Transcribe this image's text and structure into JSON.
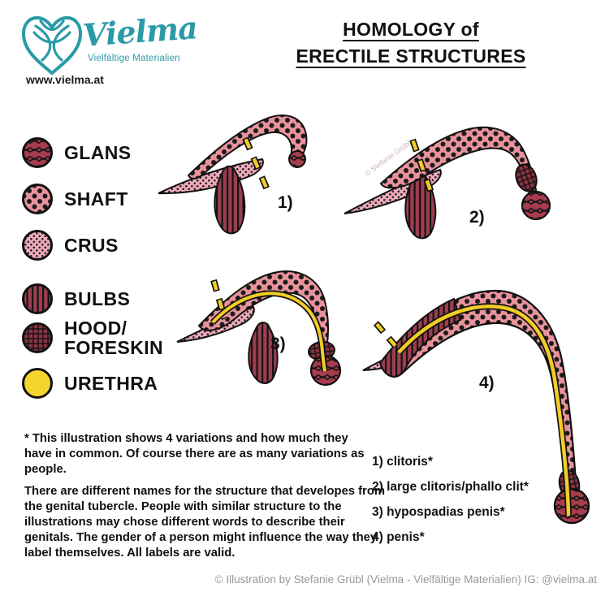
{
  "brand": {
    "name": "Vielma",
    "tagline": "Vielfältige Materialien",
    "url": "www.vielma.at"
  },
  "title": {
    "line1": "HOMOLOGY of",
    "line2": "ERECTILE STRUCTURES"
  },
  "legend": {
    "items": [
      {
        "label": "GLANS",
        "swatch": "glans-pattern"
      },
      {
        "label": "SHAFT",
        "swatch": "shaft-pattern"
      },
      {
        "label": "CRUS",
        "swatch": "crus-pattern"
      },
      {
        "label": "BULBS",
        "swatch": "bulbs-pattern"
      },
      {
        "label": "HOOD/\nFORESKIN",
        "swatch": "hood-pattern"
      },
      {
        "label": "URETHRA",
        "swatch": "urethra-solid"
      }
    ]
  },
  "figures": [
    {
      "number": "1)",
      "caption": "clitoris*"
    },
    {
      "number": "2)",
      "caption": "large clitoris/phallo clit*"
    },
    {
      "number": "3)",
      "caption": "hypospadias penis*"
    },
    {
      "number": "4)",
      "caption": "penis*"
    }
  ],
  "labels_list": [
    "1) clitoris*",
    "2) large clitoris/phallo clit*",
    "3) hypospadias penis*",
    "4) penis*"
  ],
  "notes": {
    "para1": "* This illustration shows 4 variations and how much they have in common. Of course there are as many variations as people.",
    "para2": "There are different names for the structure that developes from the genital tubercle. People with similar structure to the illustrations may chose different words to describe their genitals. The gender of a person might influence the way they label themselves. All labels are valid."
  },
  "watermark": "© Stefanie Grübl",
  "footer": "© Illustration by Stefanie Grübl (Vielma - Vielfältige Materialien) IG: @vielma.at",
  "colors": {
    "teal": "#2b9aa8",
    "urethra_yellow": "#f3cd27",
    "shaft_pink": "#e8929b",
    "crus_pink": "#efa9bb",
    "dark_red": "#9c3d50",
    "outline": "#111111"
  }
}
